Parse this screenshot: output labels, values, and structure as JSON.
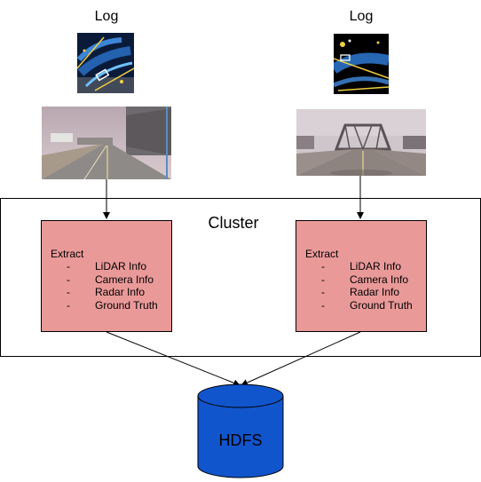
{
  "logs": [
    {
      "label": "Log",
      "thumbnail_icon": "lidar-pointcloud-image",
      "camera_icon": "road-camera-image"
    },
    {
      "label": "Log",
      "thumbnail_icon": "lidar-pointcloud-image",
      "camera_icon": "bridge-camera-image"
    }
  ],
  "cluster": {
    "title": "Cluster"
  },
  "extract_boxes": [
    {
      "title": "Extract",
      "items": [
        "LiDAR Info",
        "Camera Info",
        "Radar Info",
        "Ground Truth"
      ],
      "bullet": "-"
    },
    {
      "title": "Extract",
      "items": [
        "LiDAR Info",
        "Camera Info",
        "Radar Info",
        "Ground Truth"
      ],
      "bullet": "-"
    }
  ],
  "storage": {
    "label": "HDFS",
    "icon": "database-cylinder-icon"
  },
  "colors": {
    "extract_fill": "#ea9999",
    "hdfs_fill": "#1155cc",
    "lidar_bg": "#0a1b3a"
  }
}
